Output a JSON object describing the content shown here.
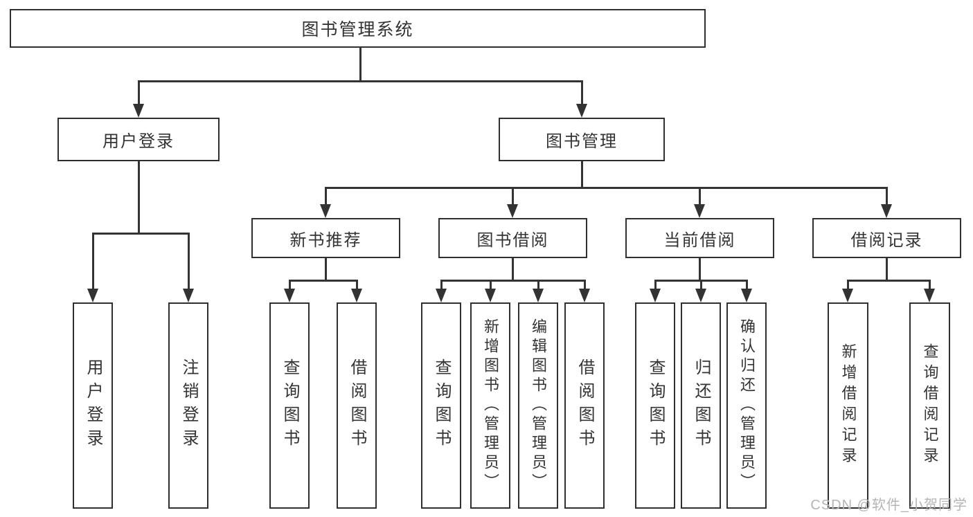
{
  "nodes": {
    "root": "图书管理系统",
    "level2": [
      "用户登录",
      "图书管理"
    ],
    "level3": [
      "新书推荐",
      "图书借阅",
      "当前借阅",
      "借阅记录"
    ],
    "leaves_login": [
      "用户登录",
      "注销登录"
    ],
    "leaves_recommend": [
      "查询图书",
      "借阅图书"
    ],
    "leaves_borrow": [
      "查询图书",
      "新增图书（管理员）",
      "编辑图书（管理员）",
      "借阅图书"
    ],
    "leaves_current": [
      "查询图书",
      "归还图书",
      "确认归还（管理员）"
    ],
    "leaves_records": [
      "新增借阅记录",
      "查询借阅记录"
    ]
  },
  "watermark": "CSDN @软件_小贺同学",
  "colors": {
    "line": "#333333",
    "border": "#2f2f2f",
    "text": "#333333",
    "watermark": "#b5b5b5",
    "background": "#ffffff"
  }
}
